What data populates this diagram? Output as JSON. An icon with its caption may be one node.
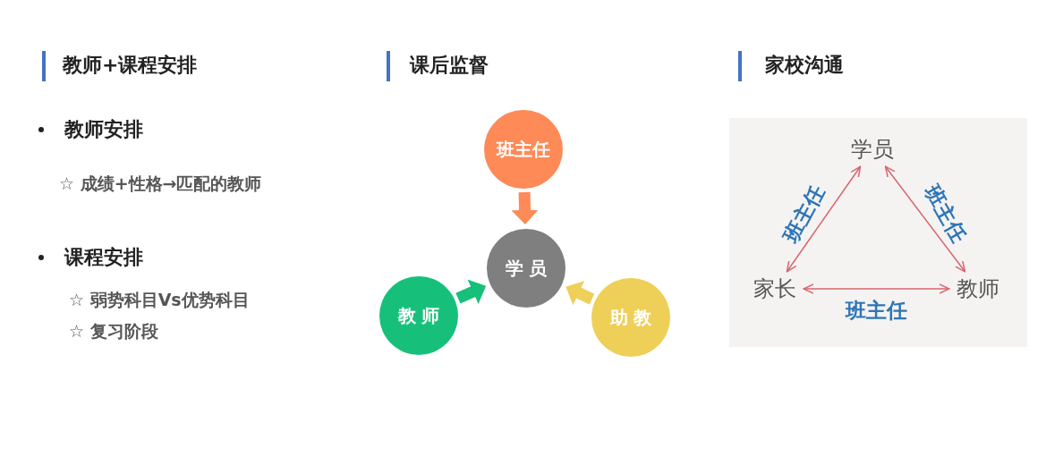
{
  "diagram": {
    "nodes": [
      {
        "text": [
          "班主任"
        ]
      },
      {
        "text": [
          "学 员"
        ]
      },
      {
        "text": [
          "教 师"
        ]
      },
      {
        "text": [
          "助 教"
        ]
      },
      {
        "text": [
          "学员"
        ]
      },
      {
        "text": [
          "家长"
        ]
      },
      {
        "text": [
          "教师"
        ]
      }
    ],
    "edges": [
      {
        "from": 0,
        "to": 1,
        "arrow": "to",
        "style": "thick",
        "color": "#fd8a57"
      },
      {
        "from": 2,
        "to": 1,
        "arrow": "to",
        "style": "thick",
        "color": "#17c07a"
      },
      {
        "from": 3,
        "to": 1,
        "arrow": "to",
        "style": "thick",
        "color": "#eecf57"
      },
      {
        "from": 5,
        "to": 4,
        "arrow": "both",
        "label": "班主任"
      },
      {
        "from": 4,
        "to": 6,
        "arrow": "both",
        "label": "班主任"
      },
      {
        "from": 5,
        "to": 6,
        "arrow": "both",
        "label": "班主任"
      }
    ],
    "labels": [
      "教师+课程安排",
      "课后监督",
      "家校沟通",
      "教师安排",
      "☆ 成绩+性格→匹配的教师",
      "课程安排",
      "☆ 弱势科目Vs优势科目",
      "☆ 复习阶段"
    ]
  }
}
